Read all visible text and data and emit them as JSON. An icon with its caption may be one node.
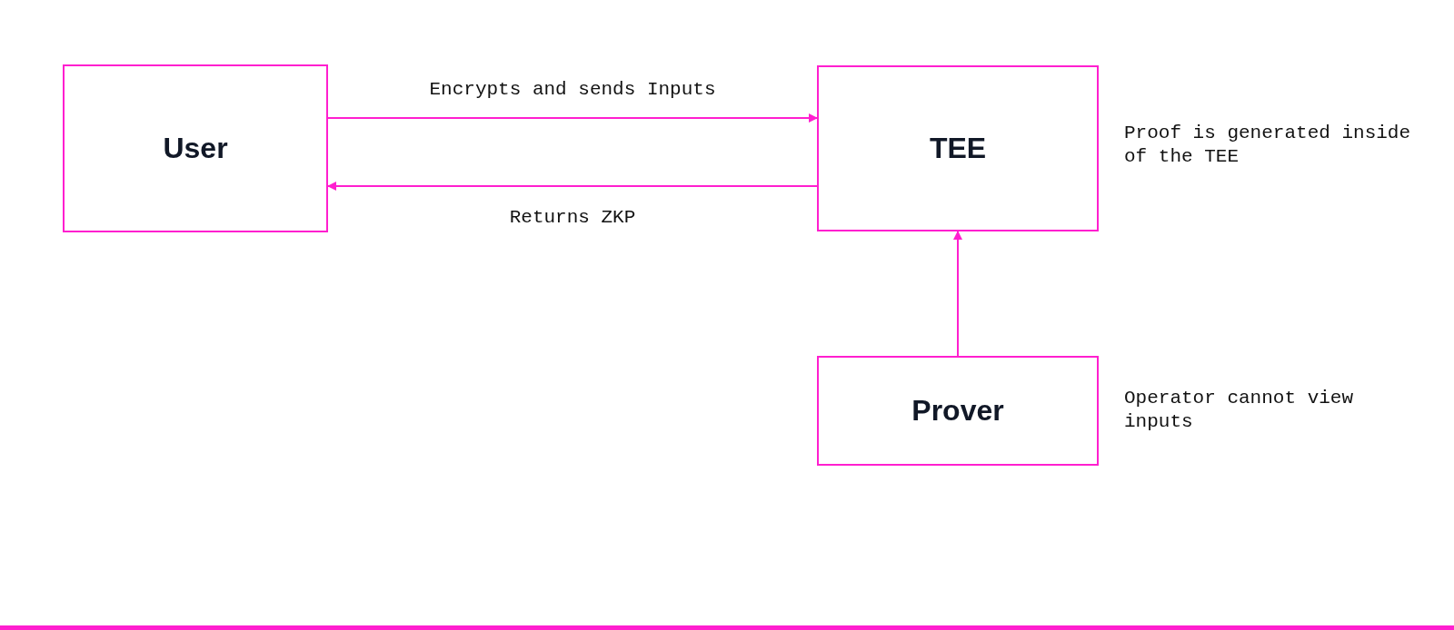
{
  "diagram": {
    "nodes": [
      {
        "text": [
          "User"
        ]
      },
      {
        "text": [
          "TEE"
        ],
        "beside": [
          "Proof is generated inside of the TEE"
        ]
      },
      {
        "text": [
          "Prover"
        ],
        "beside": [
          "Operator cannot view inputs"
        ]
      }
    ],
    "edges": [
      {
        "from": 0,
        "to": 1,
        "arrow": "to",
        "label": "Encrypts and sends Inputs"
      },
      {
        "from": 1,
        "to": 0,
        "arrow": "to",
        "label": "Returns ZKP"
      },
      {
        "from": 2,
        "to": 1,
        "arrow": "to"
      }
    ]
  }
}
